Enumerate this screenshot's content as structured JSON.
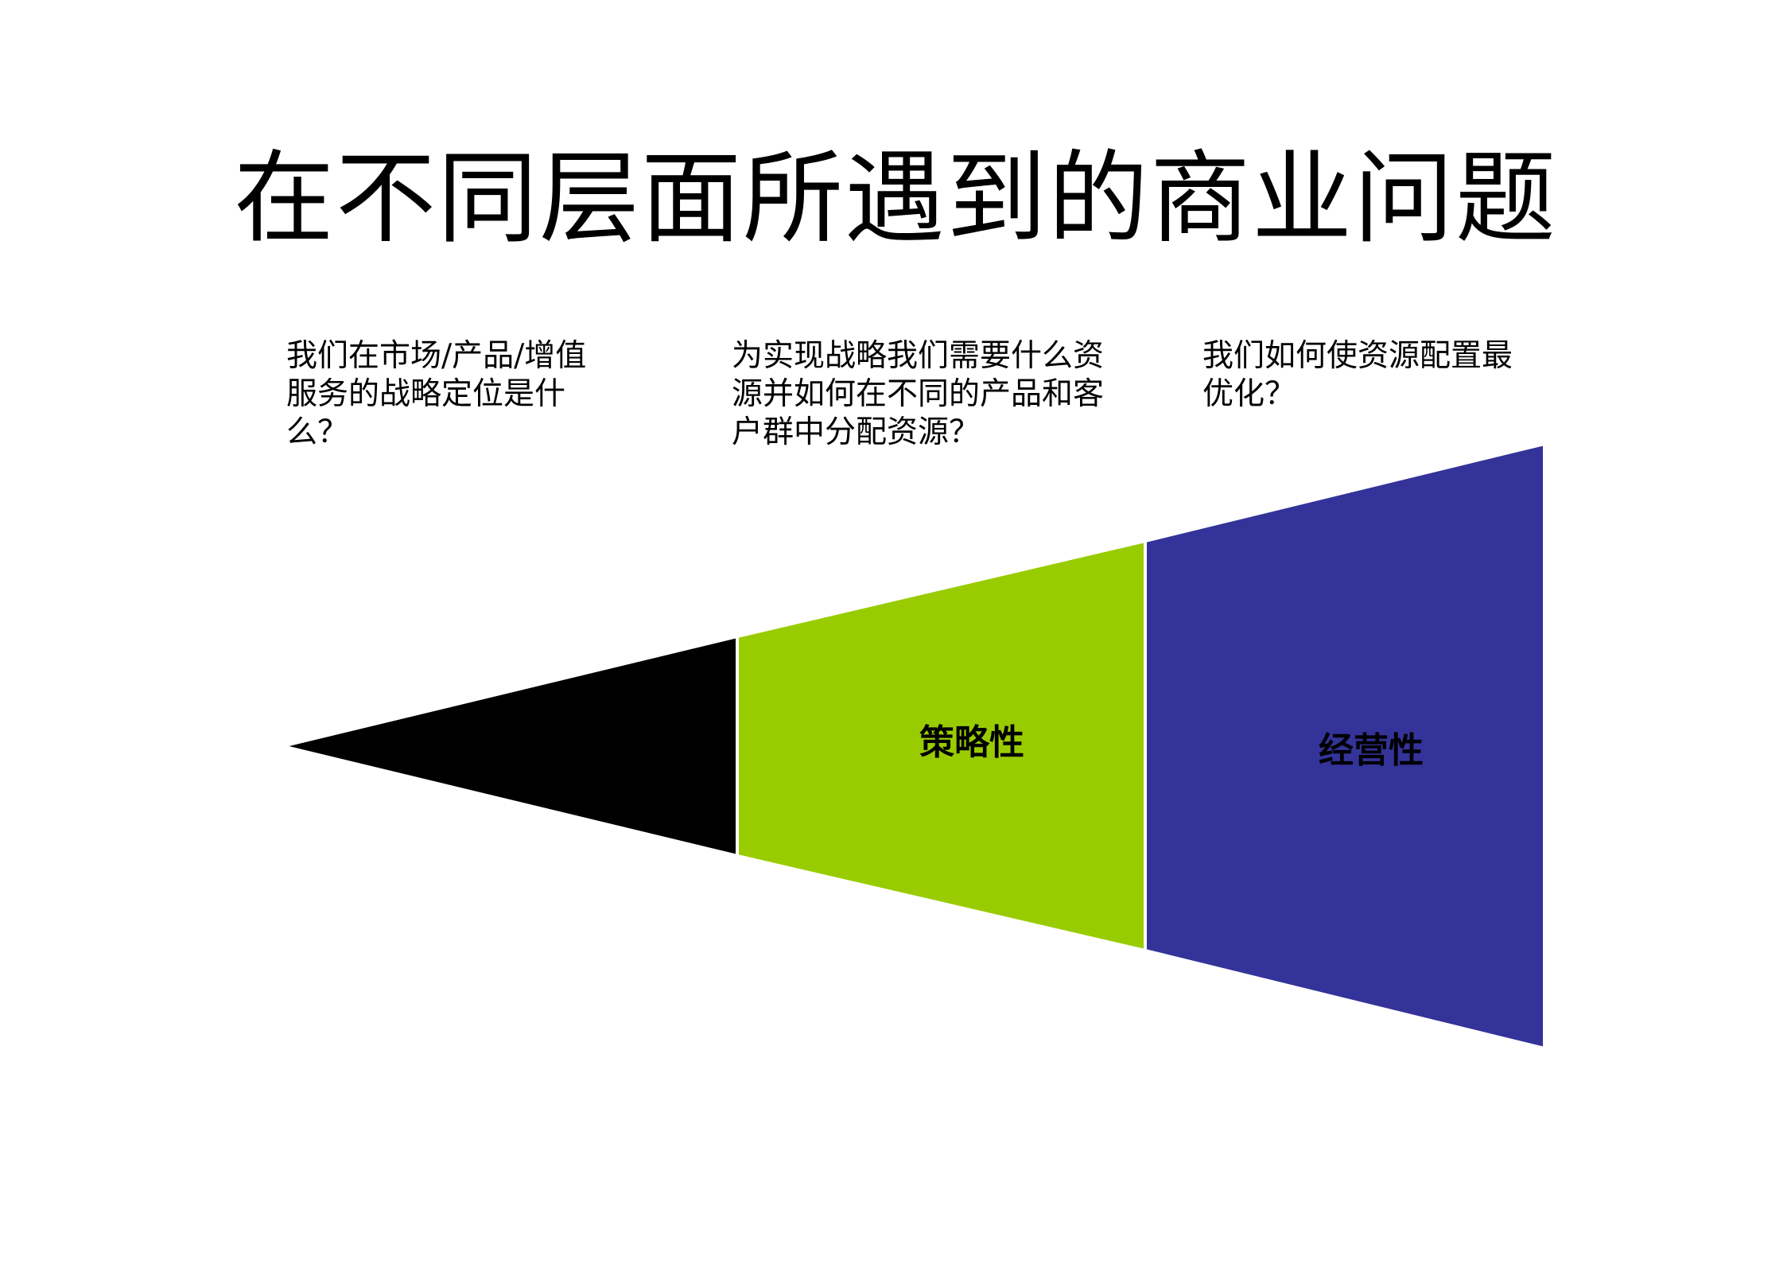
{
  "title": "在不同层面所遇到的商业问题",
  "questions": [
    {
      "line1": "我们在市场/产品/增值",
      "line2": "服务的战略定位是什么？",
      "line3": ""
    },
    {
      "line1": "为实现战略我们需要什么资",
      "line2": "源并如何在不同的产品和客",
      "line3": "户群中分配资源？"
    },
    {
      "line1": "我们如何使资源配置最",
      "line2": "优化？",
      "line3": ""
    }
  ],
  "segments": [
    {
      "label": "",
      "color": "#000000"
    },
    {
      "label": "策略性",
      "color": "#99cc00"
    },
    {
      "label": "经营性",
      "color": "#333399"
    }
  ]
}
